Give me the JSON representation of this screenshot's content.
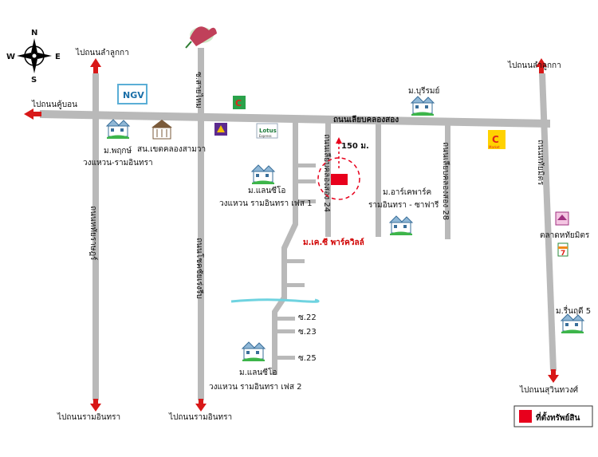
{
  "compass": {
    "n": "N",
    "s": "S",
    "e": "E",
    "w": "W"
  },
  "road_labels": {
    "top_left": "ไปถนนลำลูกกา",
    "top_right": "ไปถนนลำลูกกา",
    "left": "ไปถนนคู้บอน",
    "bottom_1": "ไปถนนรามอินทรา",
    "bottom_2": "ไปถนนรามอินทรา",
    "bottom_right": "ไปถนนสุวินทวงศ์",
    "main_road": "ถนนเลียบคลองสอง",
    "vert_1": "ถนนหทัยราษฎร์",
    "vert_2": "ถนนโชคชัยเร่งรีบ",
    "vert_3": "ถนนเลียบคลองสอง 24",
    "vert_4": "ถนนเลียบคลองสอง 28",
    "vert_5": "ถนนหทัยมิตร",
    "top_vert": "ซ.สายไหม"
  },
  "places": {
    "villa_1": "ม.พฤกษ์",
    "villa_1_sub": "วงแหวน-รามอินทรา",
    "school": "สน.เขตคลองสามวา",
    "villa_2": "ม.แลนซีโอ",
    "villa_2_sub": "วงแหวน รามอินทรา เฟส 1",
    "villa_3": "ม.อาร์เคพาร์ค",
    "villa_3_sub": "รามอินทรา - ซาฟารี",
    "villa_4": "ม.บุรีรมย์",
    "villa_5": "ม.รื่นฤดี 5",
    "villa_6": "ม.แลนซีโอ",
    "villa_6_sub": "วงแหวน รามอินทรา เฟส 2",
    "market": "ตลาดหทัยมิตร",
    "project": "ม.เค.ซี พาร์ควิลล์",
    "distance": "150 ม.",
    "soi_22": "ซ.22",
    "soi_23": "ซ.23",
    "soi_25": "ซ.25",
    "lotus": "Lotus",
    "lotus_small": "Express",
    "bigc": "C",
    "bigc_small": "Market",
    "ngv": "NGV",
    "seven": "7"
  },
  "legend": {
    "label": "ที่ตั้งทรัพย์สิน"
  },
  "colors": {
    "road": "#b9b9b9",
    "arrow": "#d81818",
    "marker": "#e8001c",
    "canal": "#6fd3e0",
    "label_red": "#d00000"
  }
}
